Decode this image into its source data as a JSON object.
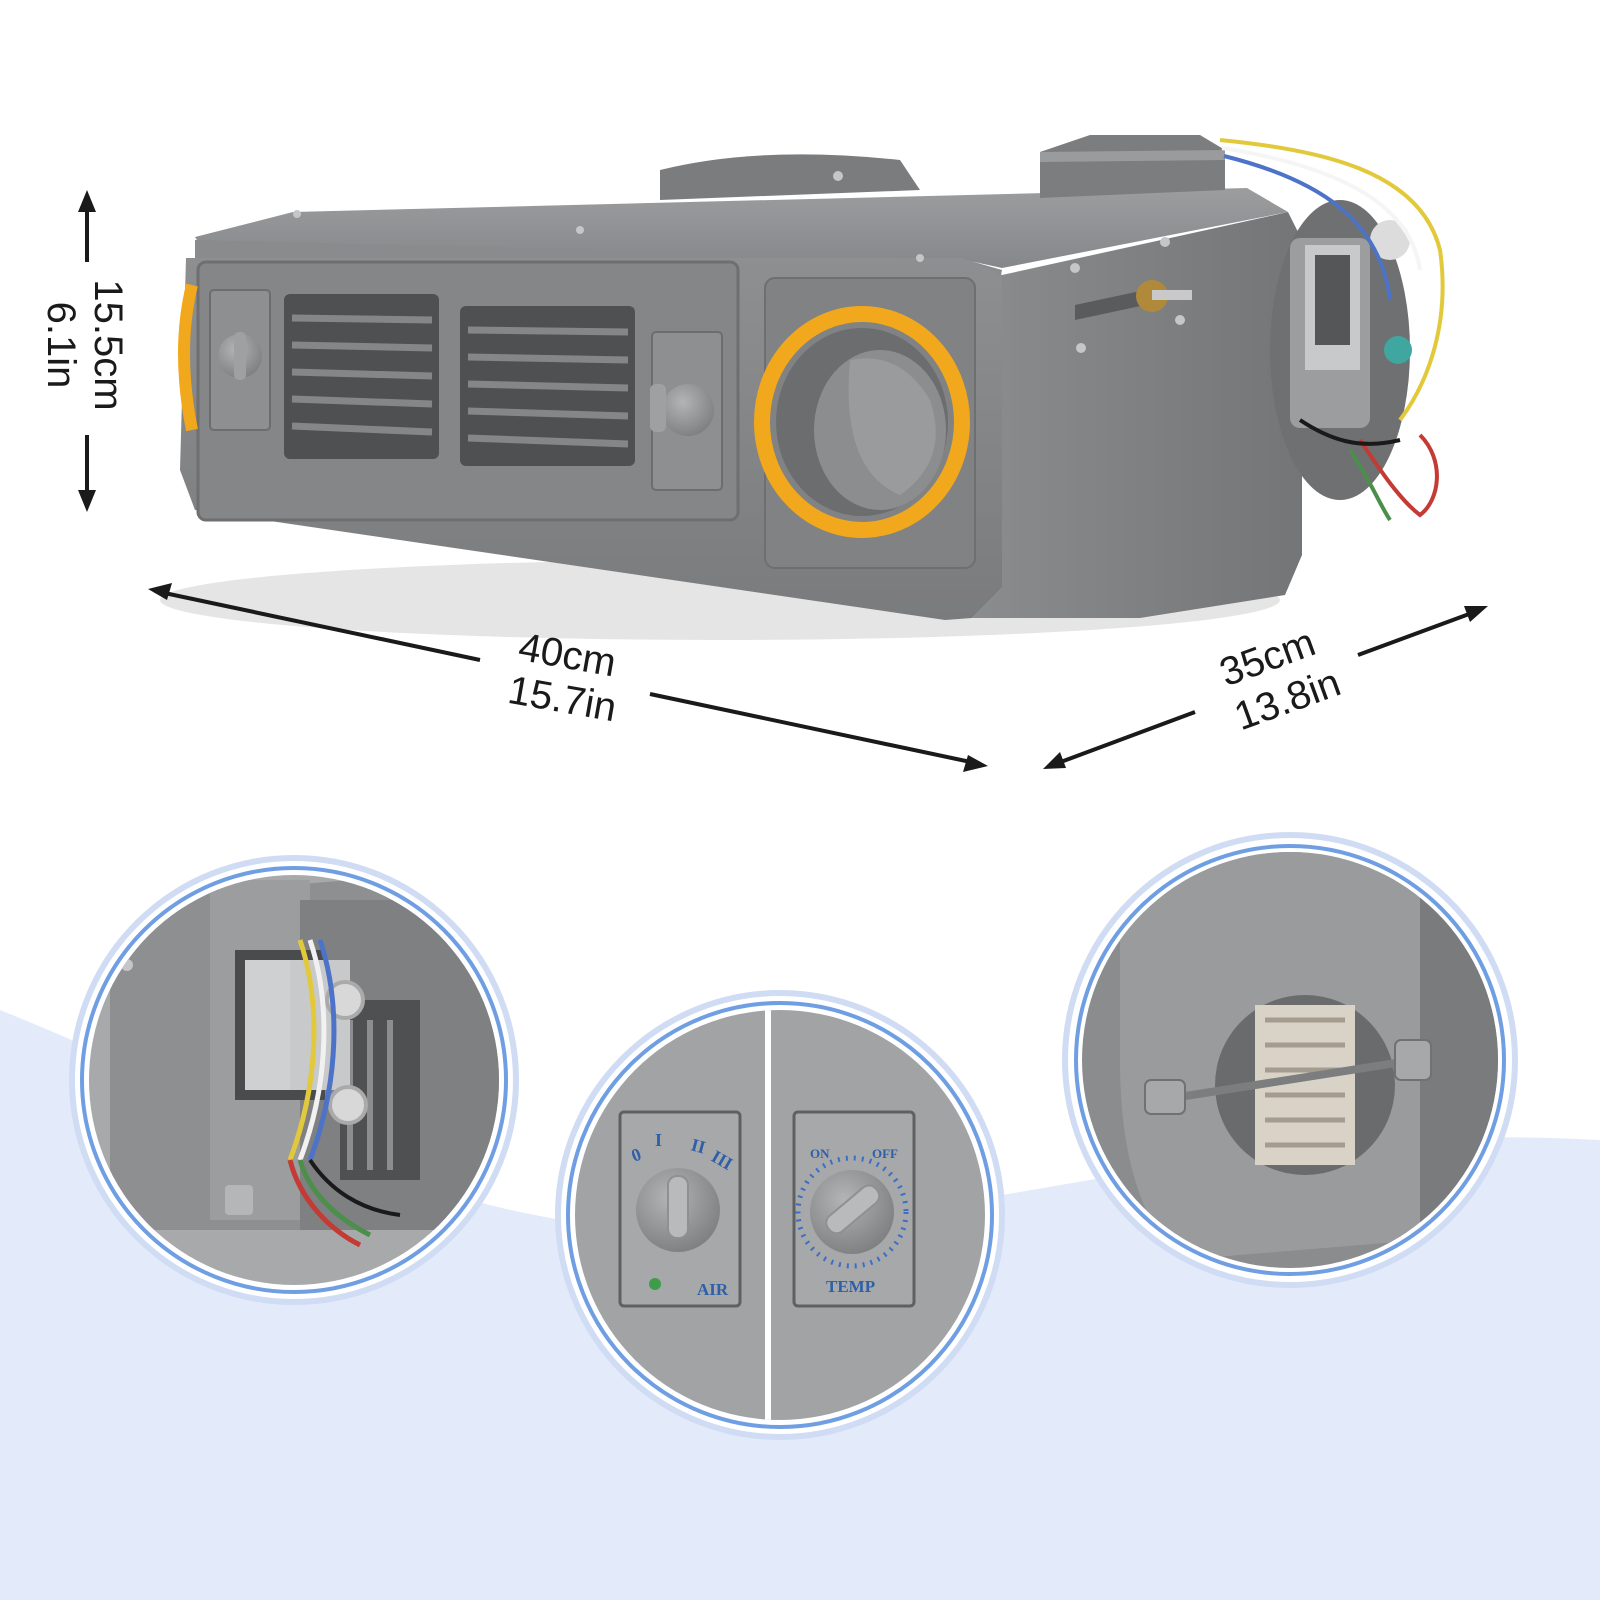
{
  "dimensions": {
    "height": {
      "metric": "15.5cm",
      "imperial": "6.1in"
    },
    "width": {
      "metric": "40cm",
      "imperial": "15.7in"
    },
    "depth": {
      "metric": "35cm",
      "imperial": "13.8in"
    }
  },
  "panel_labels": {
    "fan_speeds": [
      "0",
      "I",
      "II",
      "III"
    ],
    "air": "AIR",
    "on": "ON",
    "off": "OFF",
    "temp": "TEMP"
  },
  "colors": {
    "housing": "#8a8b8c",
    "housing_dark": "#6f7072",
    "accent_ring": "#f2a81d",
    "circle_border": "#6f9ee3",
    "wave_background": "#e3ebfb",
    "label_blue": "#2e5fa8"
  }
}
